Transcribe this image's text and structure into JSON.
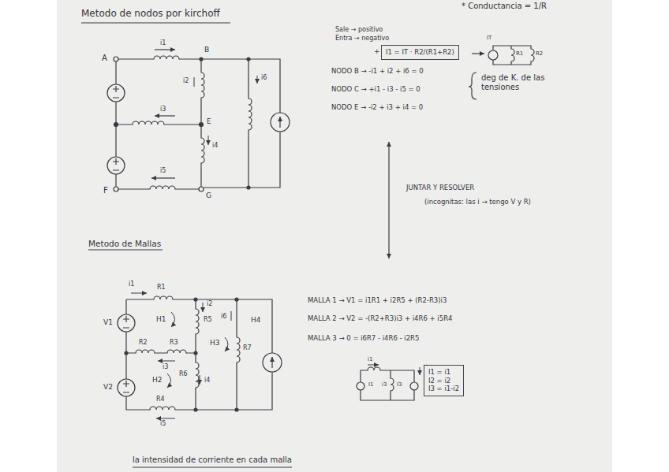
{
  "diagram": {
    "title": "Metodo de nodos por kirchoff",
    "nodes": [
      {
        "text": [
          "I1 = IT · R2/(R1+R2)"
        ]
      },
      {
        "text": [
          "I1 = i1",
          "I2 = i2",
          "I3 = i1-i2"
        ]
      }
    ],
    "labels": [
      "* Conductancia = 1/R",
      "Sale → positivo",
      "Entra → negativo",
      "+",
      "IT",
      "R1",
      "R2",
      "deg de K. de las tensiones",
      "NODO B → -i1 + i2 + i6 = 0",
      "NODO C → +i1 - i3 - i5 = 0",
      "NODO E → -i2 + i3 + i4 = 0",
      "JUNTAR Y RESOLVER",
      "(incognitas: las i → tengo V y R)",
      "Metodo de Mallas",
      "MALLA 1 → V1 = i1R1 + i2R5 + (R2-R3)i3",
      "MALLA 2 → V2 = -(R2+R3)i3 + i4R6 + i5R4",
      "MALLA 3 → 0 = i6R7 - i4R6 - i2R5",
      "la intensidad de corriente en cada malla",
      "A",
      "B",
      "E",
      "F",
      "G",
      "i1",
      "i2",
      "i3",
      "i4",
      "i5",
      "i6",
      "i1",
      "R1",
      "i2",
      "R5",
      "i6",
      "H1",
      "H4",
      "R2",
      "R3",
      "i3",
      "H3",
      "R7",
      "H2",
      "R6",
      "i4",
      "V1",
      "V2",
      "R4",
      "i5",
      "i1",
      "I1",
      "i3",
      "I3",
      "i3"
    ]
  }
}
